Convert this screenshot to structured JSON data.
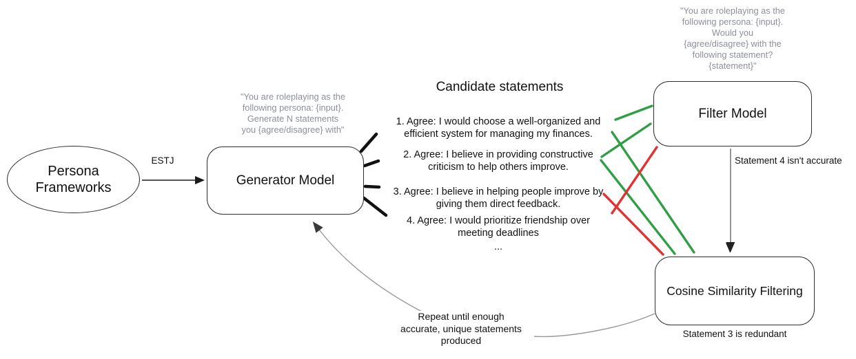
{
  "diagram": {
    "persona_node": {
      "label": "Persona Frameworks"
    },
    "estj_label": "ESTJ",
    "generator_node": {
      "label": "Generator Model"
    },
    "generator_prompt": {
      "lines": [
        "\"You are roleplaying as the",
        "following persona: {input}.",
        "Generate N statements",
        "you {agree/disagree} with\""
      ]
    },
    "filter_node": {
      "label": "Filter Model"
    },
    "filter_prompt": {
      "lines": [
        "\"You are roleplaying as the",
        "following persona: {input}.",
        "Would you",
        "{agree/disagree} with the",
        "following statement?",
        "{statement}\""
      ]
    },
    "cosine_node": {
      "label": "Cosine Similarity Filtering"
    },
    "candidates": {
      "title": "Candidate statements",
      "items": [
        {
          "line1": "1. Agree: I would choose a well-organized and",
          "line2": "efficient system for managing my finances."
        },
        {
          "line1": "2. Agree: I believe in providing constructive",
          "line2": "criticism to help others improve."
        },
        {
          "line1": "3. Agree: I believe in helping people improve by",
          "line2": "giving them direct feedback."
        },
        {
          "line1": "4. Agree: I would prioritize friendship over",
          "line2": "meeting deadlines"
        }
      ],
      "ellipsis": "..."
    },
    "annotations": {
      "filter_reject": "Statement 4 isn't accurate",
      "cosine_reject": "Statement 3 is redundant",
      "repeat_lines": [
        "Repeat until enough",
        "accurate, unique statements",
        "produced"
      ]
    },
    "colors": {
      "accept_green": "#2f9e44",
      "reject_red": "#e23131",
      "prompt_gray": "#8b909a"
    }
  }
}
